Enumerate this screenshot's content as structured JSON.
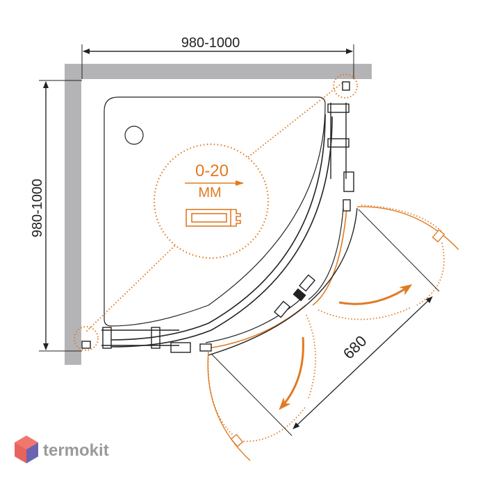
{
  "dimensions": {
    "top_width": "980-1000",
    "left_height": "980-1000",
    "door_opening": "680"
  },
  "callout": {
    "range": "0-20",
    "unit": "ММ"
  },
  "watermark": {
    "brand": "termokit"
  },
  "colors": {
    "wall": "#b4b4b6",
    "line": "#222222",
    "accent": "#e07a22",
    "watermark_text": "#9a9a9a",
    "logo_red": "#e4483f",
    "logo_blue": "#4a63c8"
  }
}
